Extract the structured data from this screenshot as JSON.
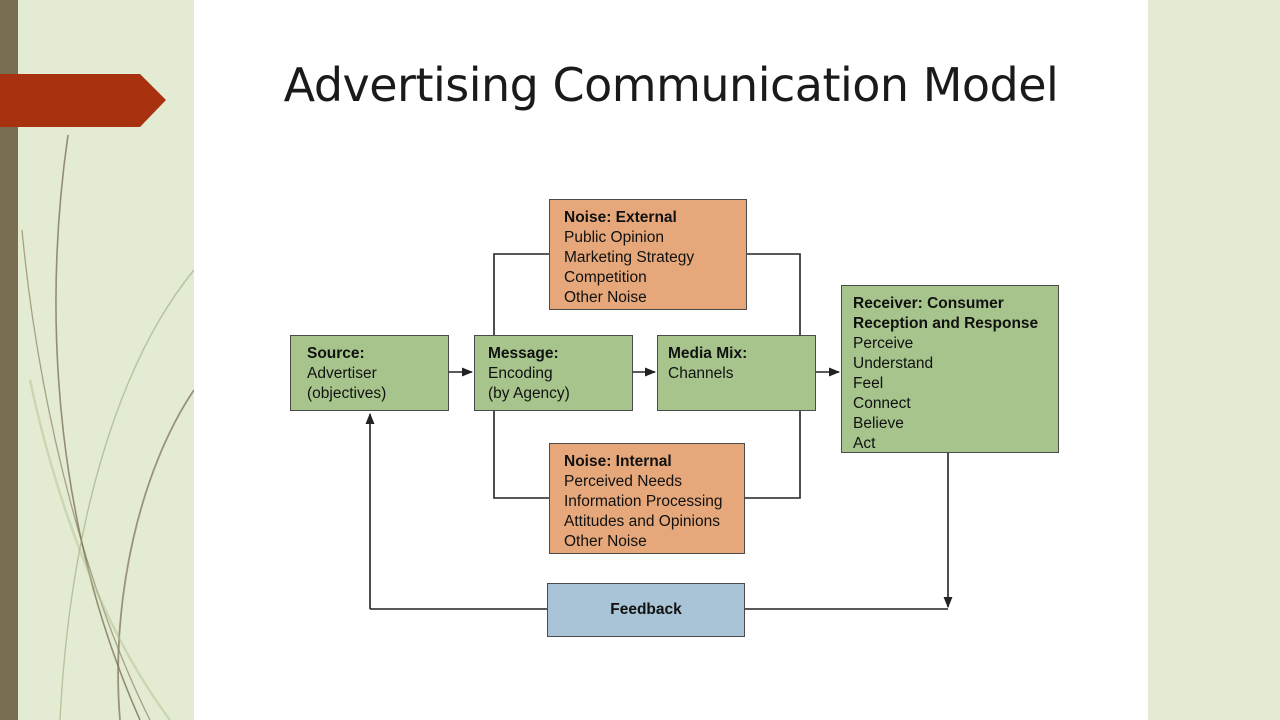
{
  "slide": {
    "title": "Advertising Communication Model"
  },
  "colors": {
    "accent_arrow": "#a83210",
    "side_bar": "#7a6e52",
    "source_box": "#a6c48c",
    "noise_box": "#e6a87a",
    "feedback_box": "#a9c4d6"
  },
  "diagram": {
    "source": {
      "title": "Source:",
      "lines": [
        "Advertiser",
        "(objectives)"
      ]
    },
    "message": {
      "title": "Message:",
      "lines": [
        "Encoding",
        "(by Agency)"
      ]
    },
    "media_mix": {
      "title": "Media Mix:",
      "lines": [
        "Channels"
      ]
    },
    "noise_external": {
      "title": "Noise: External",
      "lines": [
        "Public Opinion",
        "Marketing Strategy",
        "Competition",
        "Other Noise"
      ]
    },
    "noise_internal": {
      "title": "Noise: Internal",
      "lines": [
        "Perceived Needs",
        "Information Processing",
        "Attitudes and Opinions",
        "Other Noise"
      ]
    },
    "receiver": {
      "title_lines": [
        "Receiver: Consumer",
        "Reception and Response"
      ],
      "lines": [
        "Perceive",
        "Understand",
        "Feel",
        "Connect",
        "Believe",
        "Act"
      ]
    },
    "feedback": {
      "label": "Feedback"
    }
  }
}
